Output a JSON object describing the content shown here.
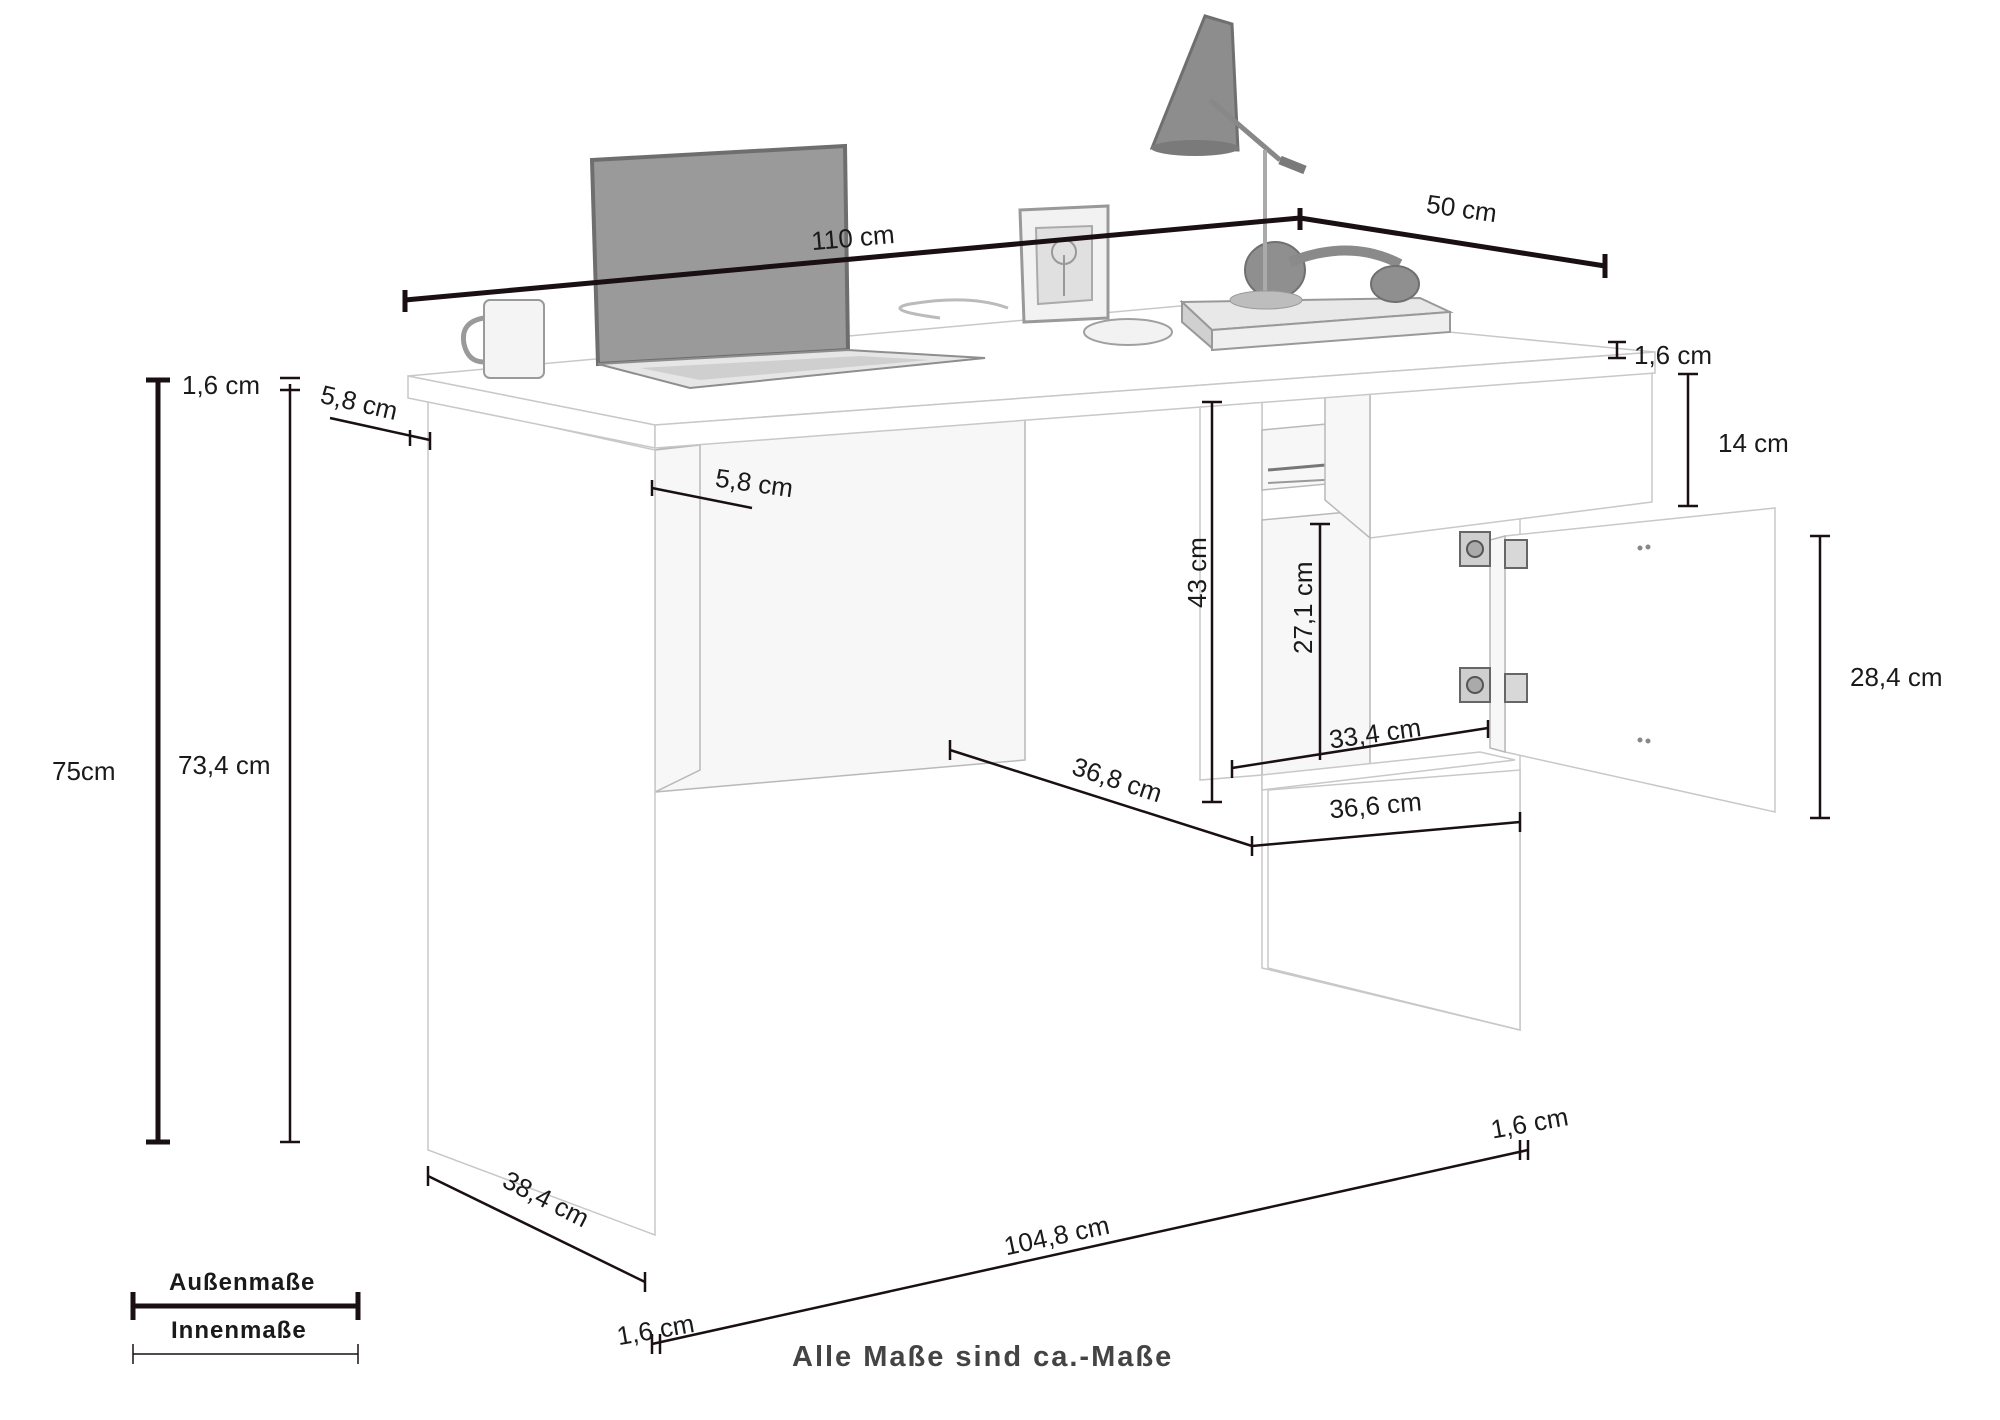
{
  "labels": {
    "width_total": "110 cm",
    "depth_total": "50 cm",
    "top_thickness_right": "1,6 cm",
    "top_thickness_left": "1,6 cm",
    "panel_back_offset": "5,8 cm",
    "panel_front_offset": "5,8 cm",
    "height_total": "75cm",
    "height_inner": "73,4 cm",
    "drawer_height": "14 cm",
    "unit_height": "43 cm",
    "compartment_height": "27,1 cm",
    "door_height": "28,4 cm",
    "compartment_width": "33,4 cm",
    "knee_depth": "36,8 cm",
    "unit_depth": "36,6 cm",
    "panel_depth": "38,4 cm",
    "inner_width": "104,8 cm",
    "side_thickness_left": "1,6 cm",
    "side_thickness_right": "1,6 cm"
  },
  "legend": {
    "outer": "Außenmaße",
    "inner": "Innenmaße"
  },
  "footer": "Alle Maße sind ca.-Maße"
}
